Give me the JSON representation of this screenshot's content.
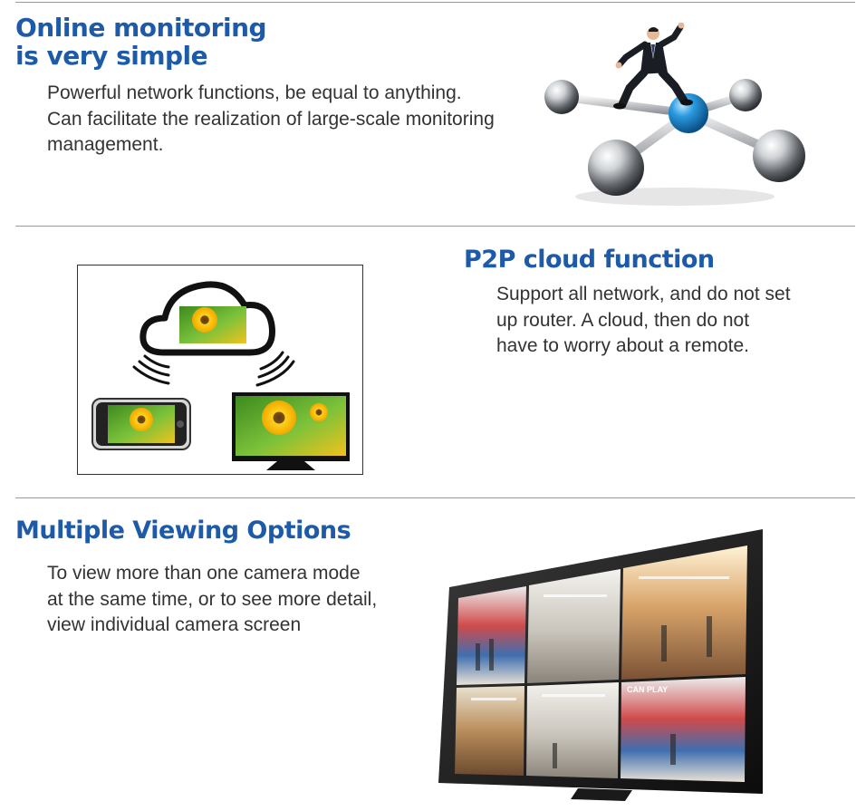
{
  "section1": {
    "title_lines": [
      "Online monitoring",
      "is very simple"
    ],
    "body_lines": [
      "Powerful network functions, be equal to anything.",
      "Can facilitate the realization of large-scale monitoring",
      "management."
    ],
    "illustration": "man-jumping-on-network-spheres"
  },
  "section2": {
    "title": "P2P cloud function",
    "body_lines": [
      "Support all network, and do not set",
      "up router. A cloud, then do not",
      "have to worry about a remote."
    ],
    "illustration": "cloud-to-phone-and-tv"
  },
  "section3": {
    "title": "Multiple Viewing Options",
    "body_lines": [
      "To view more than one camera mode",
      "at the same time, or to see more detail,",
      "view individual camera screen"
    ],
    "illustration": "tv-with-camera-grid",
    "tv_labels": [
      "CAN PLAY"
    ]
  },
  "colors": {
    "heading": "#1d5aa8",
    "body_text": "#333333",
    "rule": "#9a9a9a",
    "sphere_accent": "#1a8fd6"
  }
}
